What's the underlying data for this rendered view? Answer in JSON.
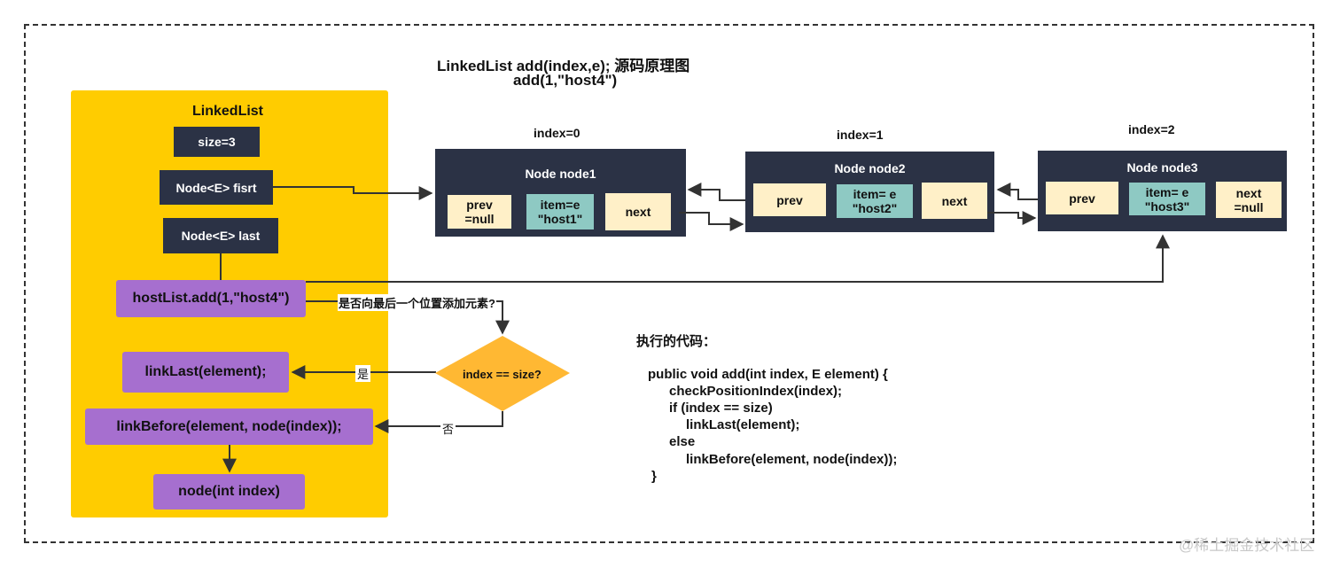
{
  "diagram": {
    "title_line1": "LinkedList  add(index,e); 源码原理图",
    "title_line2": "add(1,\"host4\")",
    "linkedlist": {
      "label": "LinkedList",
      "size": "size=3",
      "first": "Node<E> fisrt",
      "last": "Node<E> last",
      "call": "hostList.add(1,\"host4\")",
      "link_last": "linkLast(element);",
      "link_before": "linkBefore(element, node(index));",
      "node_index": "node(int index)"
    },
    "question": "是否向最后一个位置添加元素?",
    "decision": "index == size?",
    "yes_label": "是",
    "no_label": "否",
    "nodes": [
      {
        "index_label": "index=0",
        "title": "Node node1",
        "prev": "prev\n=null",
        "item": "item=e\n\"host1\"",
        "next": "next"
      },
      {
        "index_label": "index=1",
        "title": "Node node2",
        "prev": "prev",
        "item": "item= e\n\"host2\"",
        "next": "next"
      },
      {
        "index_label": "index=2",
        "title": "Node node3",
        "prev": "prev",
        "item": "item= e\n\"host3\"",
        "next": "next\n=null"
      }
    ],
    "code": {
      "heading": "执行的代码：",
      "lines": [
        "public void add(int index, E element) {",
        "checkPositionIndex(index);",
        "if (index == size)",
        "linkLast(element);",
        "else",
        "linkBefore(element, node(index));",
        "}"
      ]
    },
    "watermark": "@稀土掘金技术社区",
    "colors": {
      "panel": "#ffcc00",
      "dark_box": "#2b3245",
      "purple_box": "#a66fcf",
      "decision": "#ffb833",
      "cream_cell": "#fff0c8",
      "teal_cell": "#8ec9c3"
    }
  }
}
